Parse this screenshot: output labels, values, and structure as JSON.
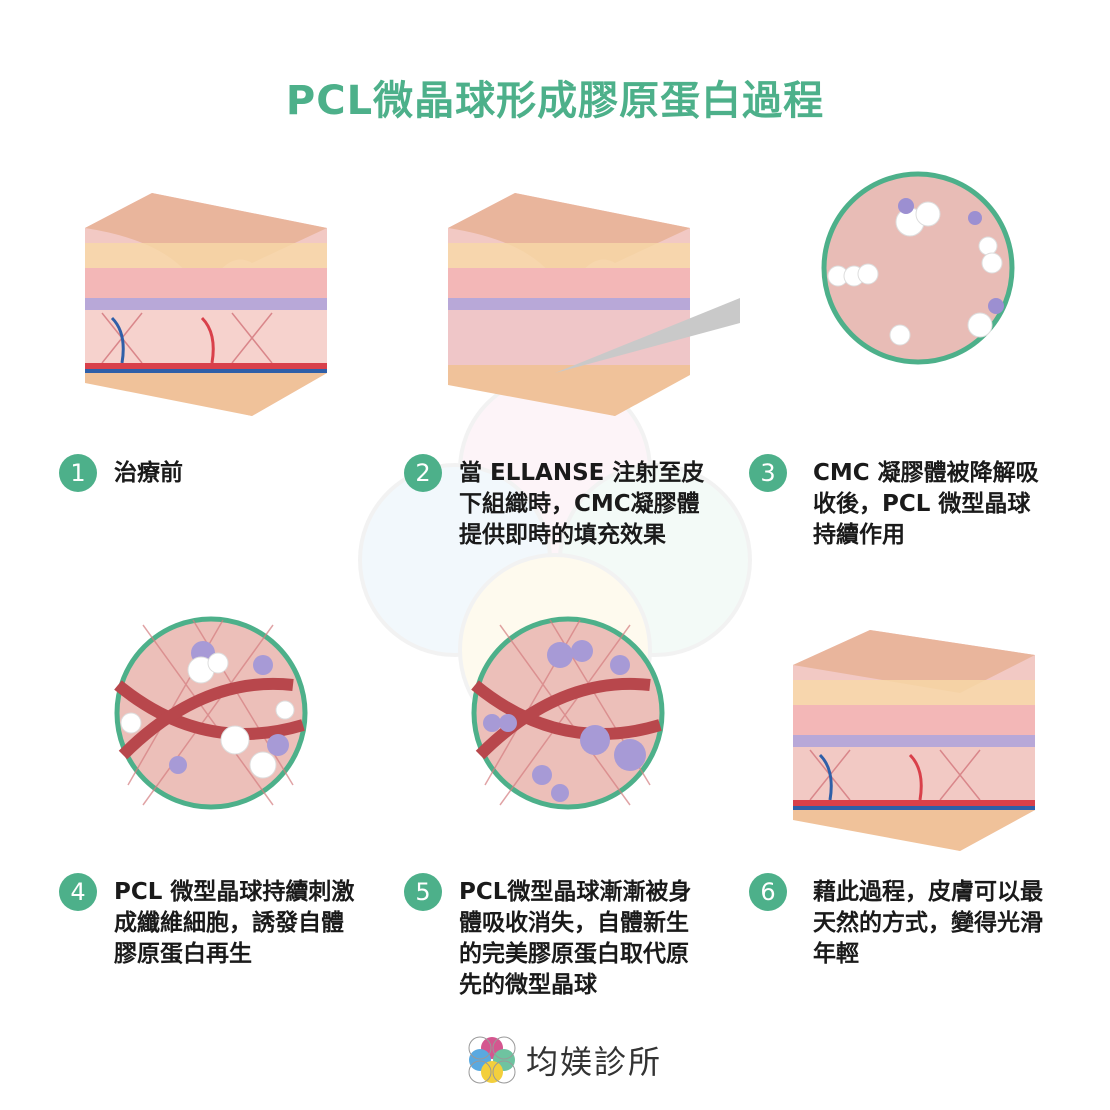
{
  "title": "PCL微晶球形成膠原蛋白過程",
  "steps": [
    {
      "number": "1",
      "text": "治療前"
    },
    {
      "number": "2",
      "text": "當 ELLANSE 注射至皮\n下組織時，CMC凝膠體\n提供即時的填充效果"
    },
    {
      "number": "3",
      "text": "CMC 凝膠體被降解吸\n收後，PCL 微型晶球\n持續作用"
    },
    {
      "number": "4",
      "text": "PCL 微型晶球持續刺激\n成纖維細胞，誘發自體\n膠原蛋白再生"
    },
    {
      "number": "5",
      "text": "PCL微型晶球漸漸被身\n體吸收消失，自體新生\n的完美膠原蛋白取代原\n先的微型晶球"
    },
    {
      "number": "6",
      "text": "藉此過程，皮膚可以最\n天然的方式，變得光滑\n年輕"
    }
  ],
  "logo": {
    "name": "均媄診所"
  },
  "colors": {
    "accent": "#4db08a",
    "skin_top": "#e8b49c",
    "dermis": "#f2c9c4",
    "circle_bg": "#e8bcb6"
  }
}
